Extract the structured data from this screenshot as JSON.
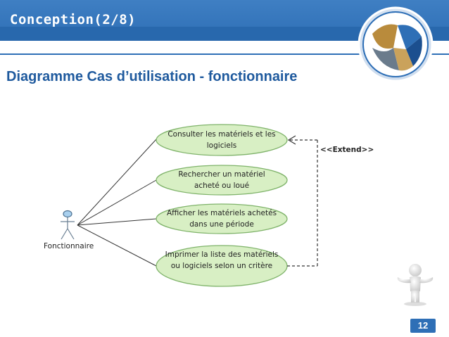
{
  "header": {
    "title": "Conception(2/8)",
    "bar_color": "#2e6fb6"
  },
  "subtitle": "Diagramme Cas d’utilisation - fonctionnaire",
  "diagram": {
    "actor": "Fonctionnaire",
    "use_cases": [
      "Consulter les matériels et les logiciels",
      "Rechercher un matériel acheté ou loué",
      "Afficher les matériels achetés dans une période",
      "Imprimer la liste des matériels ou logiciels selon un critère"
    ],
    "extend_label": "<<Extend>>",
    "use_case_fill": "#d8efc4",
    "use_case_stroke": "#7fb36a"
  },
  "page_number": "12",
  "icons": {
    "logo": "circular-logo-emblem",
    "figure": "3d-person-figure"
  }
}
